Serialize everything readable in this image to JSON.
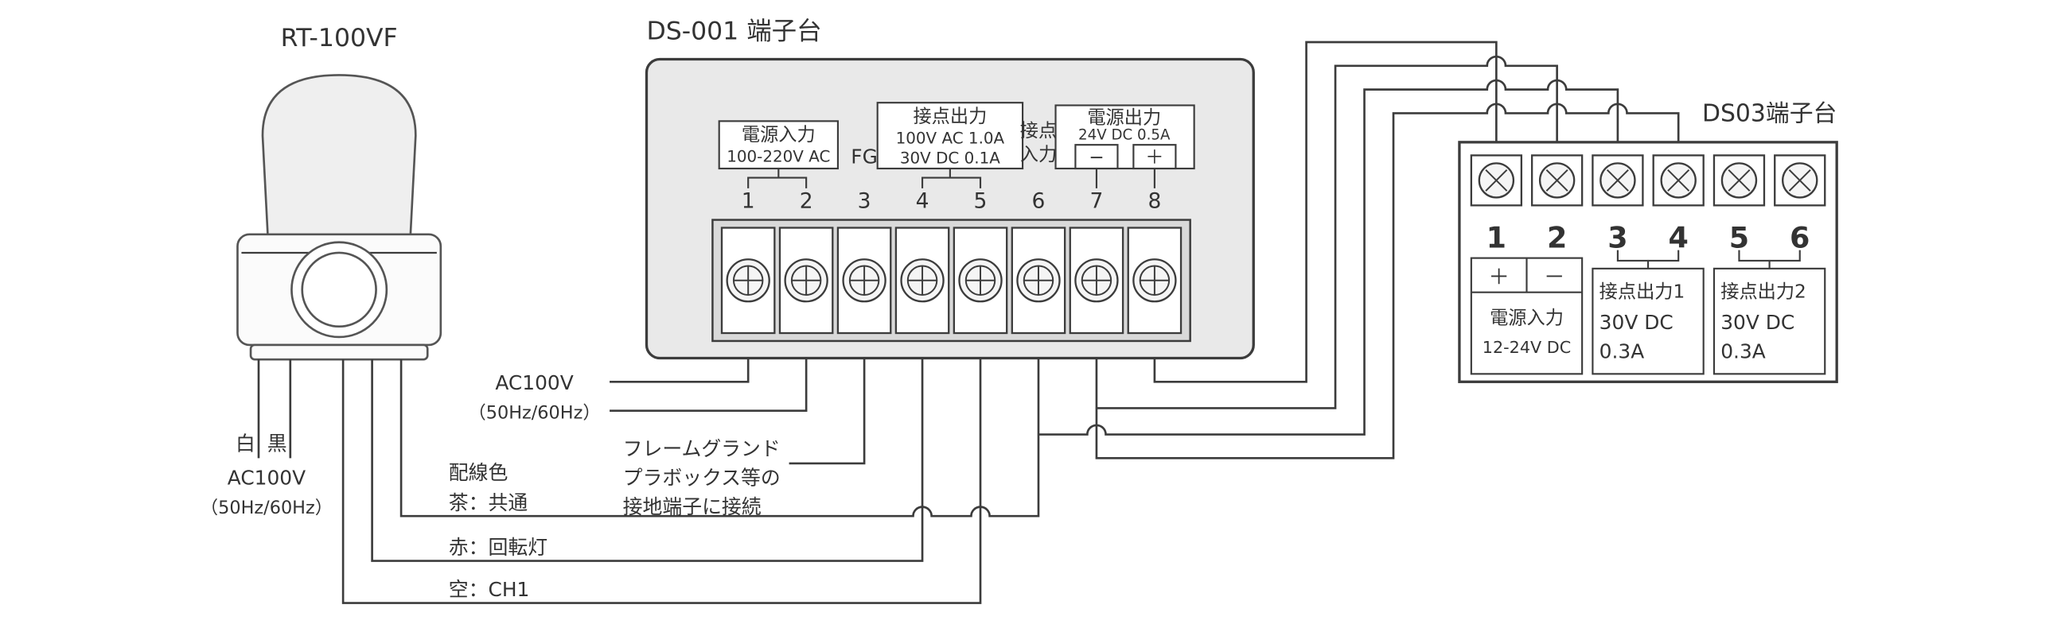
{
  "diagram": {
    "device_left": {
      "label": "RT-100VF",
      "wire_white": "白",
      "wire_black": "黒",
      "power_line1": "AC100V",
      "power_line2": "（50Hz/60Hz）"
    },
    "wire_colors": {
      "title": "配線色",
      "brown": "茶：共通",
      "red": "赤：回転灯",
      "sky": "空：CH1"
    },
    "ds001": {
      "title": "DS-001 端子台",
      "power_input_label": "電源入力",
      "power_input_rating": "100-220V AC",
      "fg_label": "FG",
      "contact_output_label": "接点出力",
      "contact_output_rating1": "100V AC  1.0A",
      "contact_output_rating2": "30V DC  0.1A",
      "contact_input_line1": "接点",
      "contact_input_line2": "入力",
      "power_output_label": "電源出力",
      "power_output_rating": "24V DC 0.5A",
      "power_output_minus": "−",
      "power_output_plus": "＋",
      "terminals": [
        "1",
        "2",
        "3",
        "4",
        "5",
        "6",
        "7",
        "8"
      ],
      "ac_line1": "AC100V",
      "ac_line2": "（50Hz/60Hz）",
      "fg_note1": "フレームグランド",
      "fg_note2": "プラボックス等の",
      "fg_note3": "接地端子に接続"
    },
    "ds03": {
      "title": "DS03端子台",
      "terminals": [
        "1",
        "2",
        "3",
        "4",
        "5",
        "6"
      ],
      "power_plus": "＋",
      "power_minus": "－",
      "power_label": "電源入力",
      "power_rating": "12-24V DC",
      "out1_label": "接点出力1",
      "out1_volt": "30V DC",
      "out1_amp": "0.3A",
      "out2_label": "接点出力2",
      "out2_volt": "30V DC",
      "out2_amp": "0.3A"
    }
  }
}
